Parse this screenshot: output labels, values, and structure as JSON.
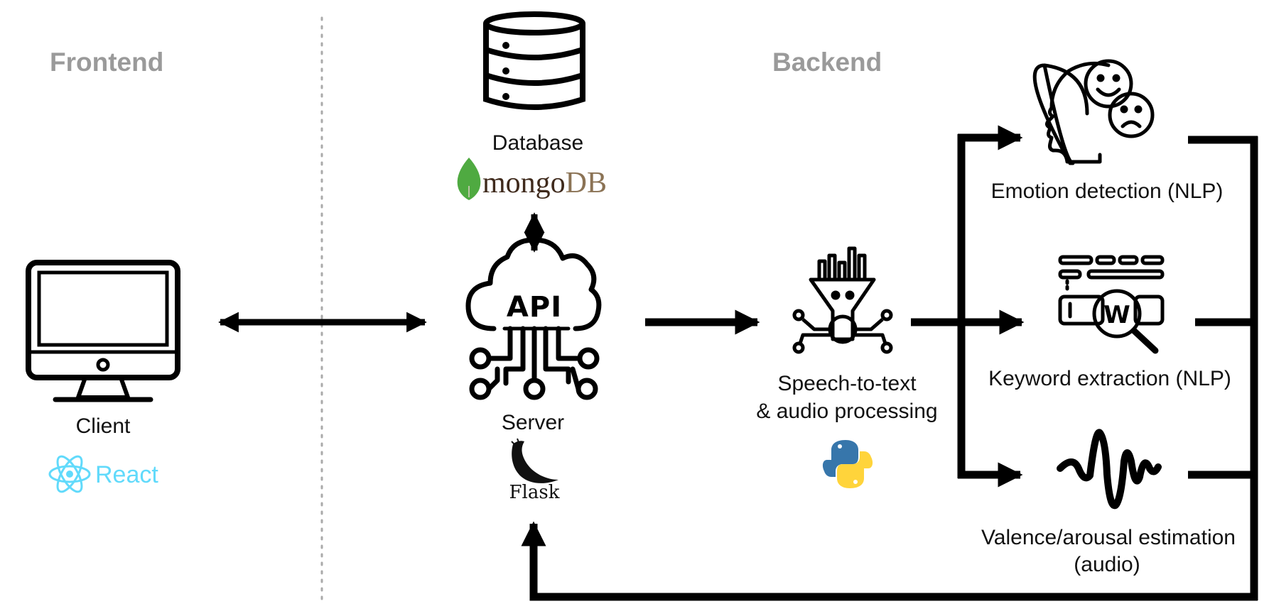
{
  "sections": {
    "frontend": "Frontend",
    "backend": "Backend"
  },
  "nodes": {
    "client": {
      "label": "Client",
      "tech": "React",
      "icon": "monitor-icon"
    },
    "database": {
      "label": "Database",
      "tech_prefix": "mongo",
      "tech_suffix": "DB",
      "icon": "database-icon"
    },
    "server": {
      "label": "Server",
      "tech": "Flask",
      "icon_text": "API",
      "icon": "cloud-api-icon"
    },
    "speech": {
      "label_line1": "Speech-to-text",
      "label_line2": "& audio processing",
      "tech_icon": "python-logo-icon",
      "icon": "funnel-icon"
    },
    "emotion": {
      "label": "Emotion detection (NLP)",
      "icon": "head-emotion-icon"
    },
    "keyword": {
      "label": "Keyword extraction (NLP)",
      "icon_text": "W",
      "icon": "keyword-search-icon"
    },
    "valence": {
      "label_line1": "Valence/arousal estimation",
      "label_line2": "(audio)",
      "icon": "waveform-icon"
    }
  },
  "colors": {
    "section_label": "#9a9a9a",
    "react": "#61dafb",
    "mongo_leaf": "#4faa41",
    "mongo_text_dark": "#3f2a1c",
    "mongo_text_light": "#8b7355",
    "python_blue": "#3776ab",
    "python_yellow": "#ffd43b"
  }
}
